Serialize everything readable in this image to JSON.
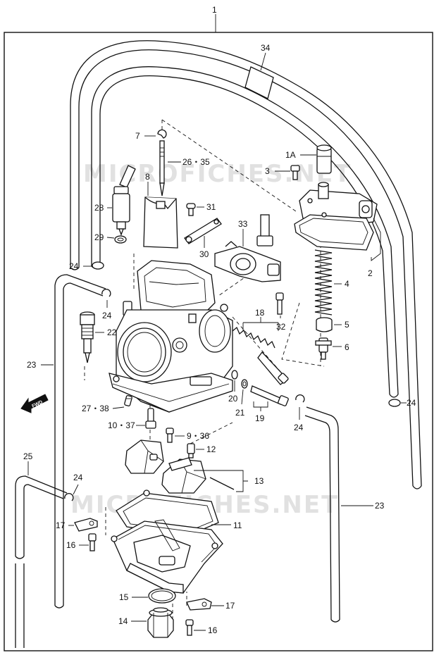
{
  "watermark": "MICROFICHES.NET",
  "fwd_label": "FWD",
  "labels": {
    "p1": "1",
    "p34": "34",
    "p7": "7",
    "p26_35": "26・35",
    "p1A": "1A",
    "p3": "3",
    "p8": "8",
    "p28": "28",
    "p31": "31",
    "p29": "29",
    "p33": "33",
    "p30": "30",
    "p2": "2",
    "p24a": "24",
    "p24b": "24",
    "p4": "4",
    "p18": "18",
    "p32": "32",
    "p5": "5",
    "p22": "22",
    "p6": "6",
    "p23a": "23",
    "p24c": "24",
    "p20": "20",
    "p21": "21",
    "p19": "19",
    "p24d": "24",
    "p27_38": "27・38",
    "p10_37": "10・37",
    "p9_36": "9・36",
    "p12": "12",
    "p25": "25",
    "p13": "13",
    "p24e": "24",
    "p23b": "23",
    "p17a": "17",
    "p11": "11",
    "p16a": "16",
    "p15": "15",
    "p17b": "17",
    "p14": "14",
    "p16b": "16"
  }
}
